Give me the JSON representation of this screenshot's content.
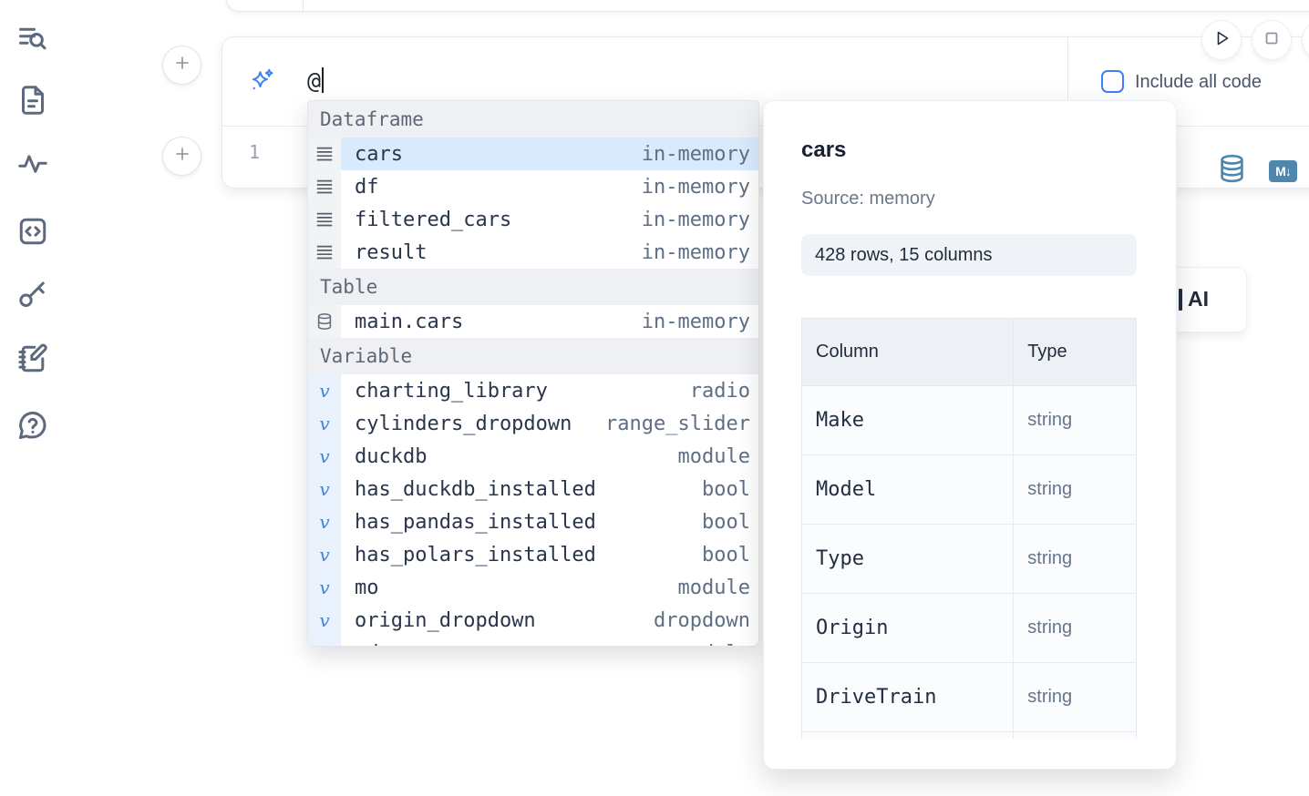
{
  "sidebar": {
    "icons": [
      {
        "name": "list-search-icon"
      },
      {
        "name": "file-text-icon"
      },
      {
        "name": "activity-icon"
      },
      {
        "name": "code-snippets-icon"
      },
      {
        "name": "key-icon"
      },
      {
        "name": "notebook-pen-icon"
      },
      {
        "name": "help-chat-icon"
      }
    ]
  },
  "top": {
    "include_all_code": {
      "label": "Include all code",
      "checked": false
    }
  },
  "ai_prompt": {
    "value": "@"
  },
  "cell": {
    "line_number": "1"
  },
  "completion": {
    "sections": [
      {
        "label": "Dataframe",
        "kind": "df",
        "items": [
          {
            "icon": "rows-icon",
            "name": "cars",
            "type": "in-memory",
            "selected": true
          },
          {
            "icon": "rows-icon",
            "name": "df",
            "type": "in-memory"
          },
          {
            "icon": "rows-icon",
            "name": "filtered_cars",
            "type": "in-memory"
          },
          {
            "icon": "rows-icon",
            "name": "result",
            "type": "in-memory"
          }
        ]
      },
      {
        "label": "Table",
        "kind": "table",
        "items": [
          {
            "icon": "database-icon",
            "name": "main.cars",
            "type": "in-memory"
          }
        ]
      },
      {
        "label": "Variable",
        "kind": "var",
        "items": [
          {
            "icon": "variable-icon",
            "name": "charting_library",
            "type": "radio"
          },
          {
            "icon": "variable-icon",
            "name": "cylinders_dropdown",
            "type": "range_slider"
          },
          {
            "icon": "variable-icon",
            "name": "duckdb",
            "type": "module"
          },
          {
            "icon": "variable-icon",
            "name": "has_duckdb_installed",
            "type": "bool"
          },
          {
            "icon": "variable-icon",
            "name": "has_pandas_installed",
            "type": "bool"
          },
          {
            "icon": "variable-icon",
            "name": "has_polars_installed",
            "type": "bool"
          },
          {
            "icon": "variable-icon",
            "name": "mo",
            "type": "module"
          },
          {
            "icon": "variable-icon",
            "name": "origin_dropdown",
            "type": "dropdown"
          },
          {
            "icon": "variable-icon",
            "name": "pd",
            "type": "module"
          }
        ]
      }
    ]
  },
  "preview": {
    "title": "cars",
    "source_label": "Source: memory",
    "shape_badge": "428 rows, 15 columns",
    "table": {
      "headers": [
        "Column",
        "Type"
      ],
      "rows": [
        [
          "Make",
          "string"
        ],
        [
          "Model",
          "string"
        ],
        [
          "Type",
          "string"
        ],
        [
          "Origin",
          "string"
        ],
        [
          "DriveTrain",
          "string"
        ],
        [
          "",
          ""
        ]
      ]
    }
  },
  "partial_card": {
    "label": "AI"
  },
  "colors": {
    "accent_blue": "#3b82f6",
    "steel_blue": "#4e86ae",
    "selected_row": "#d9eafc"
  }
}
